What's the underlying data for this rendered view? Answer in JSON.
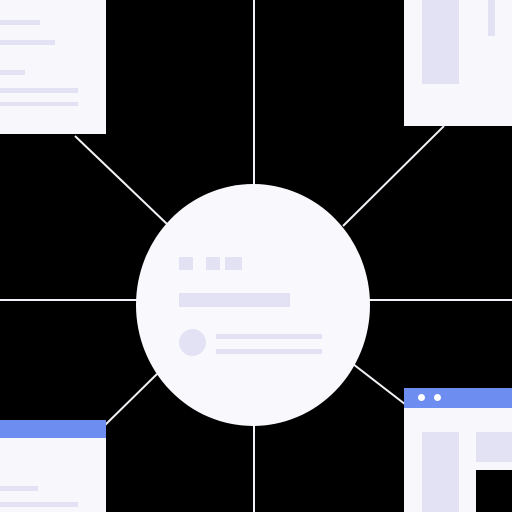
{
  "diagram": {
    "type": "hub-and-spoke",
    "spokes": 8,
    "colors": {
      "background": "#000000",
      "line": "#f2f2f6",
      "card": "#f8f8fc",
      "placeholder": "#e3e1f4",
      "accent": "#6d8ef0"
    },
    "nodes": {
      "center": {
        "kind": "circle-card",
        "content": "placeholder"
      },
      "top_left": {
        "kind": "card",
        "content": "placeholder"
      },
      "top_right": {
        "kind": "card",
        "content": "placeholder"
      },
      "bottom_left": {
        "kind": "card",
        "content": "placeholder",
        "accent_bar": true
      },
      "bottom_right": {
        "kind": "card",
        "content": "placeholder",
        "accent_bar": true
      }
    }
  }
}
